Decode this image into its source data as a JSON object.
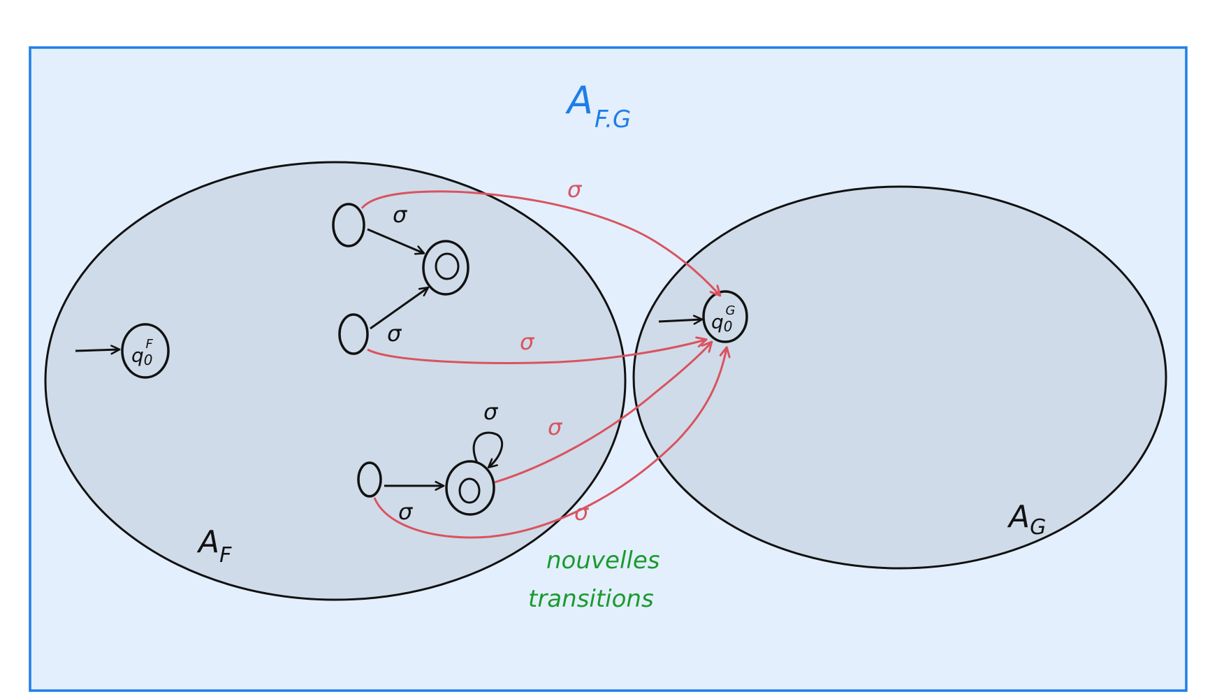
{
  "colors": {
    "frame_stroke": "#1e7ee8",
    "frame_fill": "#e3effd",
    "automaton_fill": "#cfdbe8",
    "ink": "#111111",
    "new_transition": "#d9535f",
    "composite_label": "#1e7ee8",
    "annotation": "#1a9a2e"
  },
  "composite": {
    "label_main": "A",
    "label_sub": "F.G"
  },
  "automaton_f": {
    "label_main": "A",
    "label_sub": "F",
    "initial_state": {
      "main": "q",
      "subscript": "0",
      "superscript": "F"
    }
  },
  "automaton_g": {
    "label_main": "A",
    "label_sub": "G",
    "initial_state": {
      "main": "q",
      "subscript": "0",
      "superscript": "G"
    }
  },
  "symbol": "σ",
  "annotation": {
    "line1": "nouvelles",
    "line2": "transitions"
  }
}
